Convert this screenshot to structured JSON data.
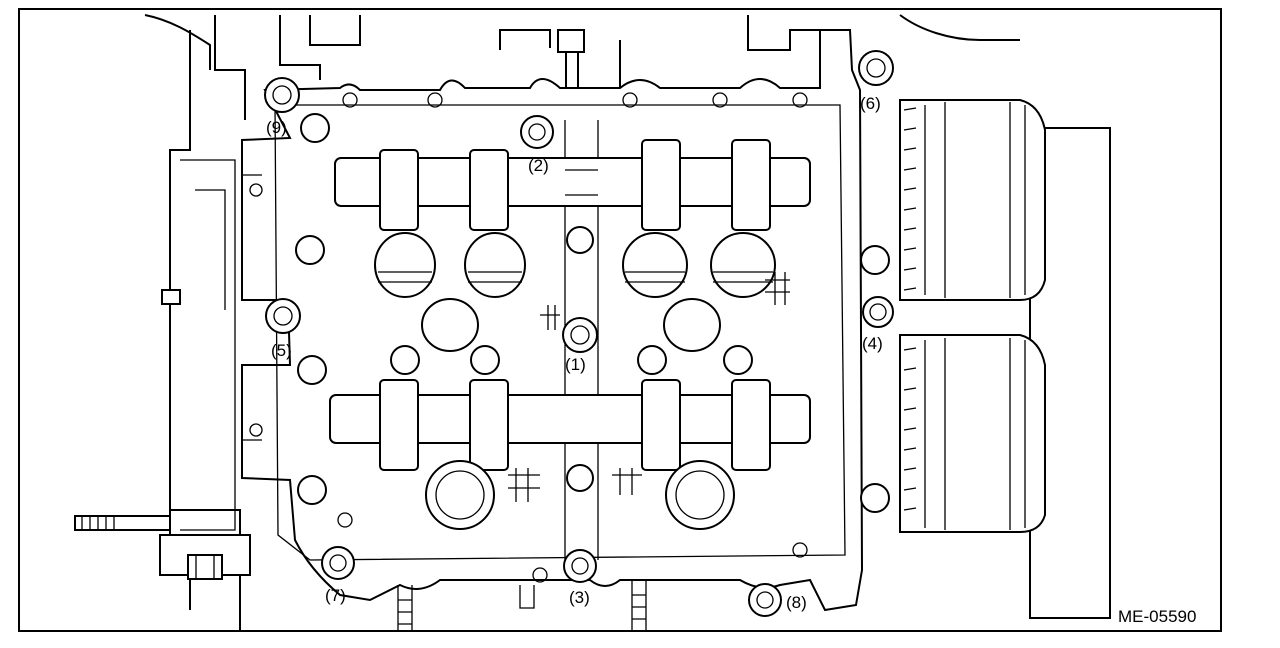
{
  "figure_code": "ME-05590",
  "bolt_labels": {
    "b1": "(1)",
    "b2": "(2)",
    "b3": "(3)",
    "b4": "(4)",
    "b5": "(5)",
    "b6": "(6)",
    "b7": "(7)",
    "b8": "(8)",
    "b9": "(9)"
  },
  "colors": {
    "line": "#000000",
    "background": "#ffffff"
  }
}
